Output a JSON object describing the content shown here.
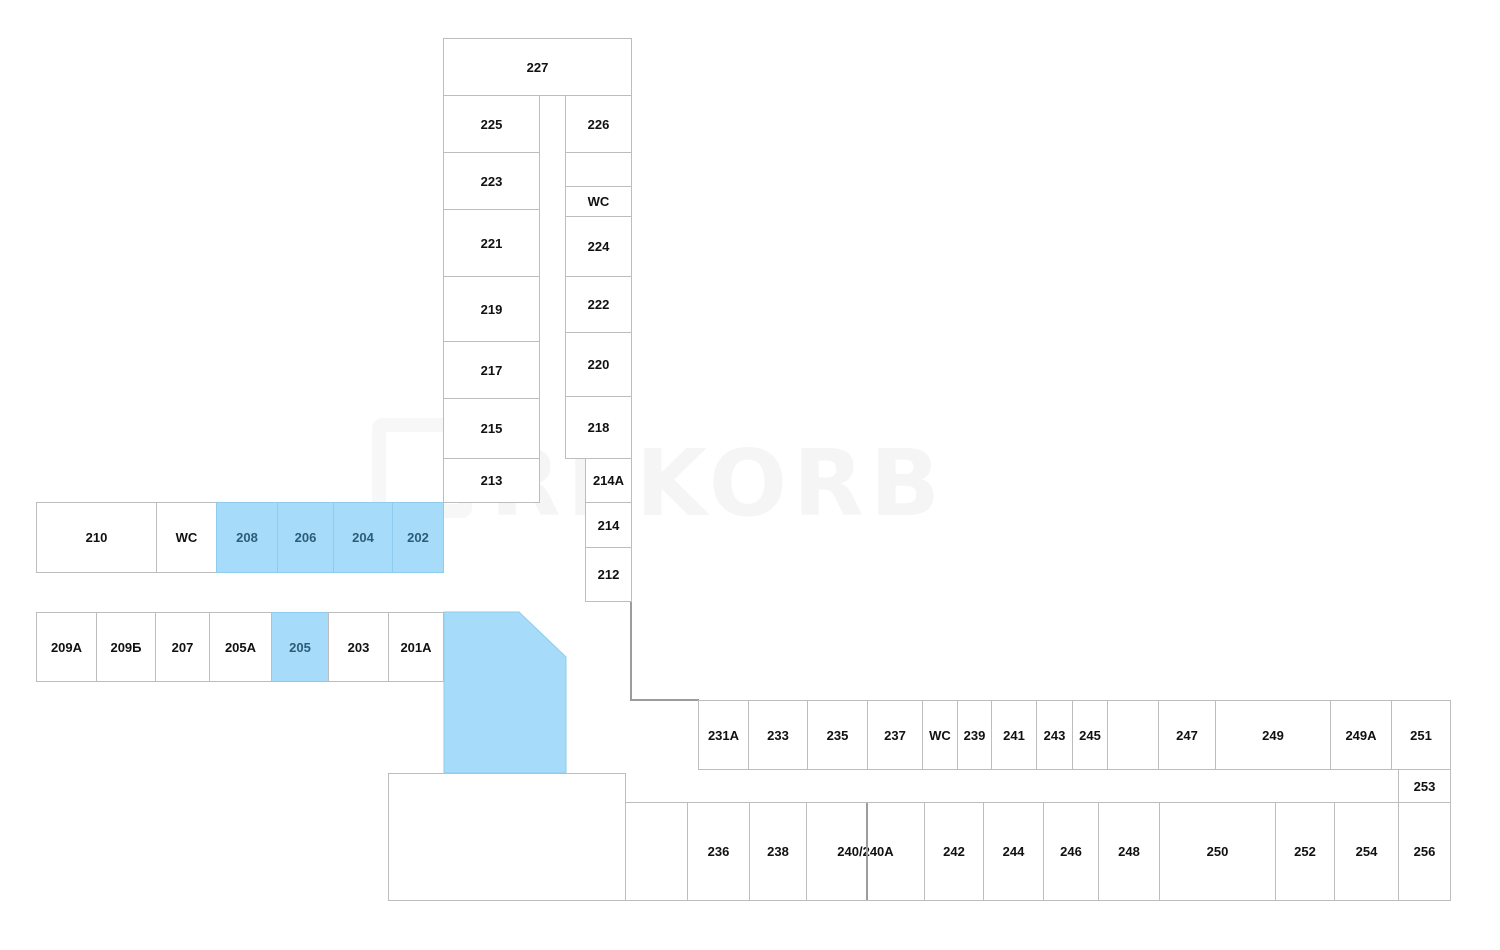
{
  "colors": {
    "highlight": "#a6dcf9",
    "border": "#bdbdbd",
    "label": "#111111"
  },
  "watermark": {
    "text": "REKORB"
  },
  "rooms": {
    "r227": "227",
    "r225": "225",
    "r226": "226",
    "r223": "223",
    "wc_north": "WC",
    "r221": "221",
    "r224": "224",
    "r219": "219",
    "r222": "222",
    "r217": "217",
    "r220": "220",
    "r215": "215",
    "r218": "218",
    "r213": "213",
    "r214a": "214А",
    "r214": "214",
    "r212": "212",
    "r210": "210",
    "wc_west": "WC",
    "r208": "208",
    "r206": "206",
    "r204": "204",
    "r202": "202",
    "r209a": "209А",
    "r209b": "209Б",
    "r207": "207",
    "r205a": "205А",
    "r205": "205",
    "r203": "203",
    "r201a": "201А",
    "r231a": "231А",
    "r233": "233",
    "r235": "235",
    "r237": "237",
    "wc_east": "WC",
    "r239": "239",
    "r241": "241",
    "r243": "243",
    "r245": "245",
    "r247": "247",
    "r249": "249",
    "r249a": "249А",
    "r251": "251",
    "r253": "253",
    "r236": "236",
    "r238": "238",
    "r240": "240/240А",
    "r242": "242",
    "r244": "244",
    "r246": "246",
    "r248": "248",
    "r250": "250",
    "r252": "252",
    "r254": "254",
    "r256": "256"
  }
}
